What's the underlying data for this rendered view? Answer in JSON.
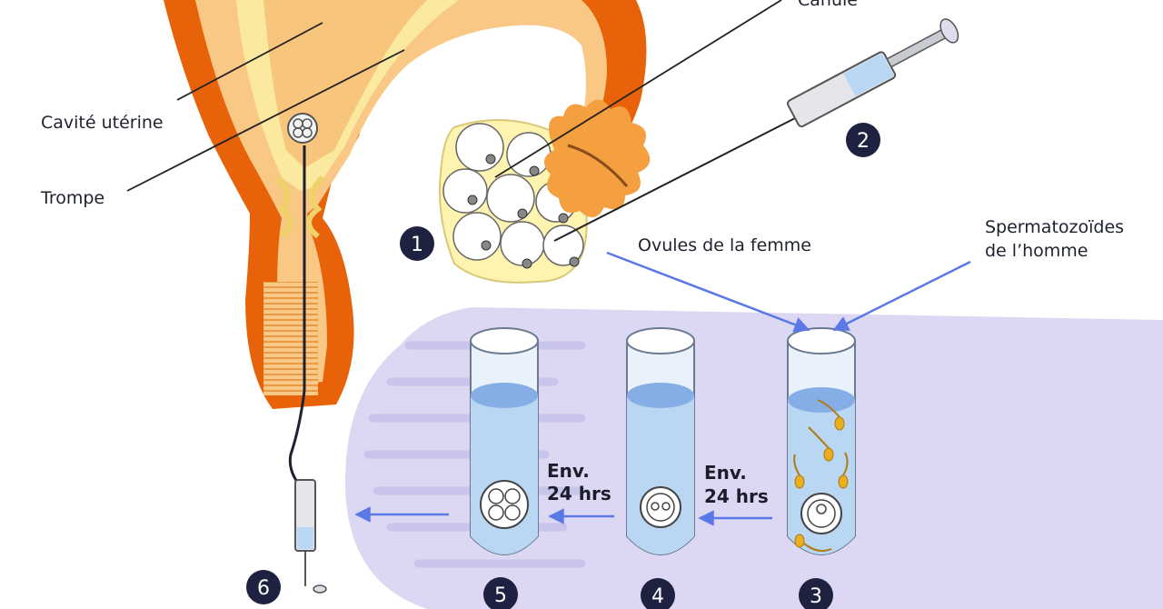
{
  "colors": {
    "arrow": "#5a78e6",
    "badge": "#1e2140",
    "uterus_outer": "#e8620a",
    "uterus_mid": "#f8c884",
    "uterus_inner": "#fbe9a0",
    "ovary": "#f4a040",
    "liquid": "#b9d6f2",
    "panel": "#dcd8f4"
  },
  "labels": {
    "top_cut": "Canule",
    "cavite": "Cavité utérine",
    "trompe": "Trompe",
    "ovules": "Ovules de la femme",
    "sperm_line1": "Spermatozoïdes",
    "sperm_line2": "de l’homme"
  },
  "steps": {
    "s1": "1",
    "s2": "2",
    "s3": "3",
    "s4": "4",
    "s5": "5",
    "s6": "6"
  },
  "durations": {
    "d1_line1": "Env.",
    "d1_line2": "24 hrs",
    "d2_line1": "Env.",
    "d2_line2": "24 hrs"
  }
}
